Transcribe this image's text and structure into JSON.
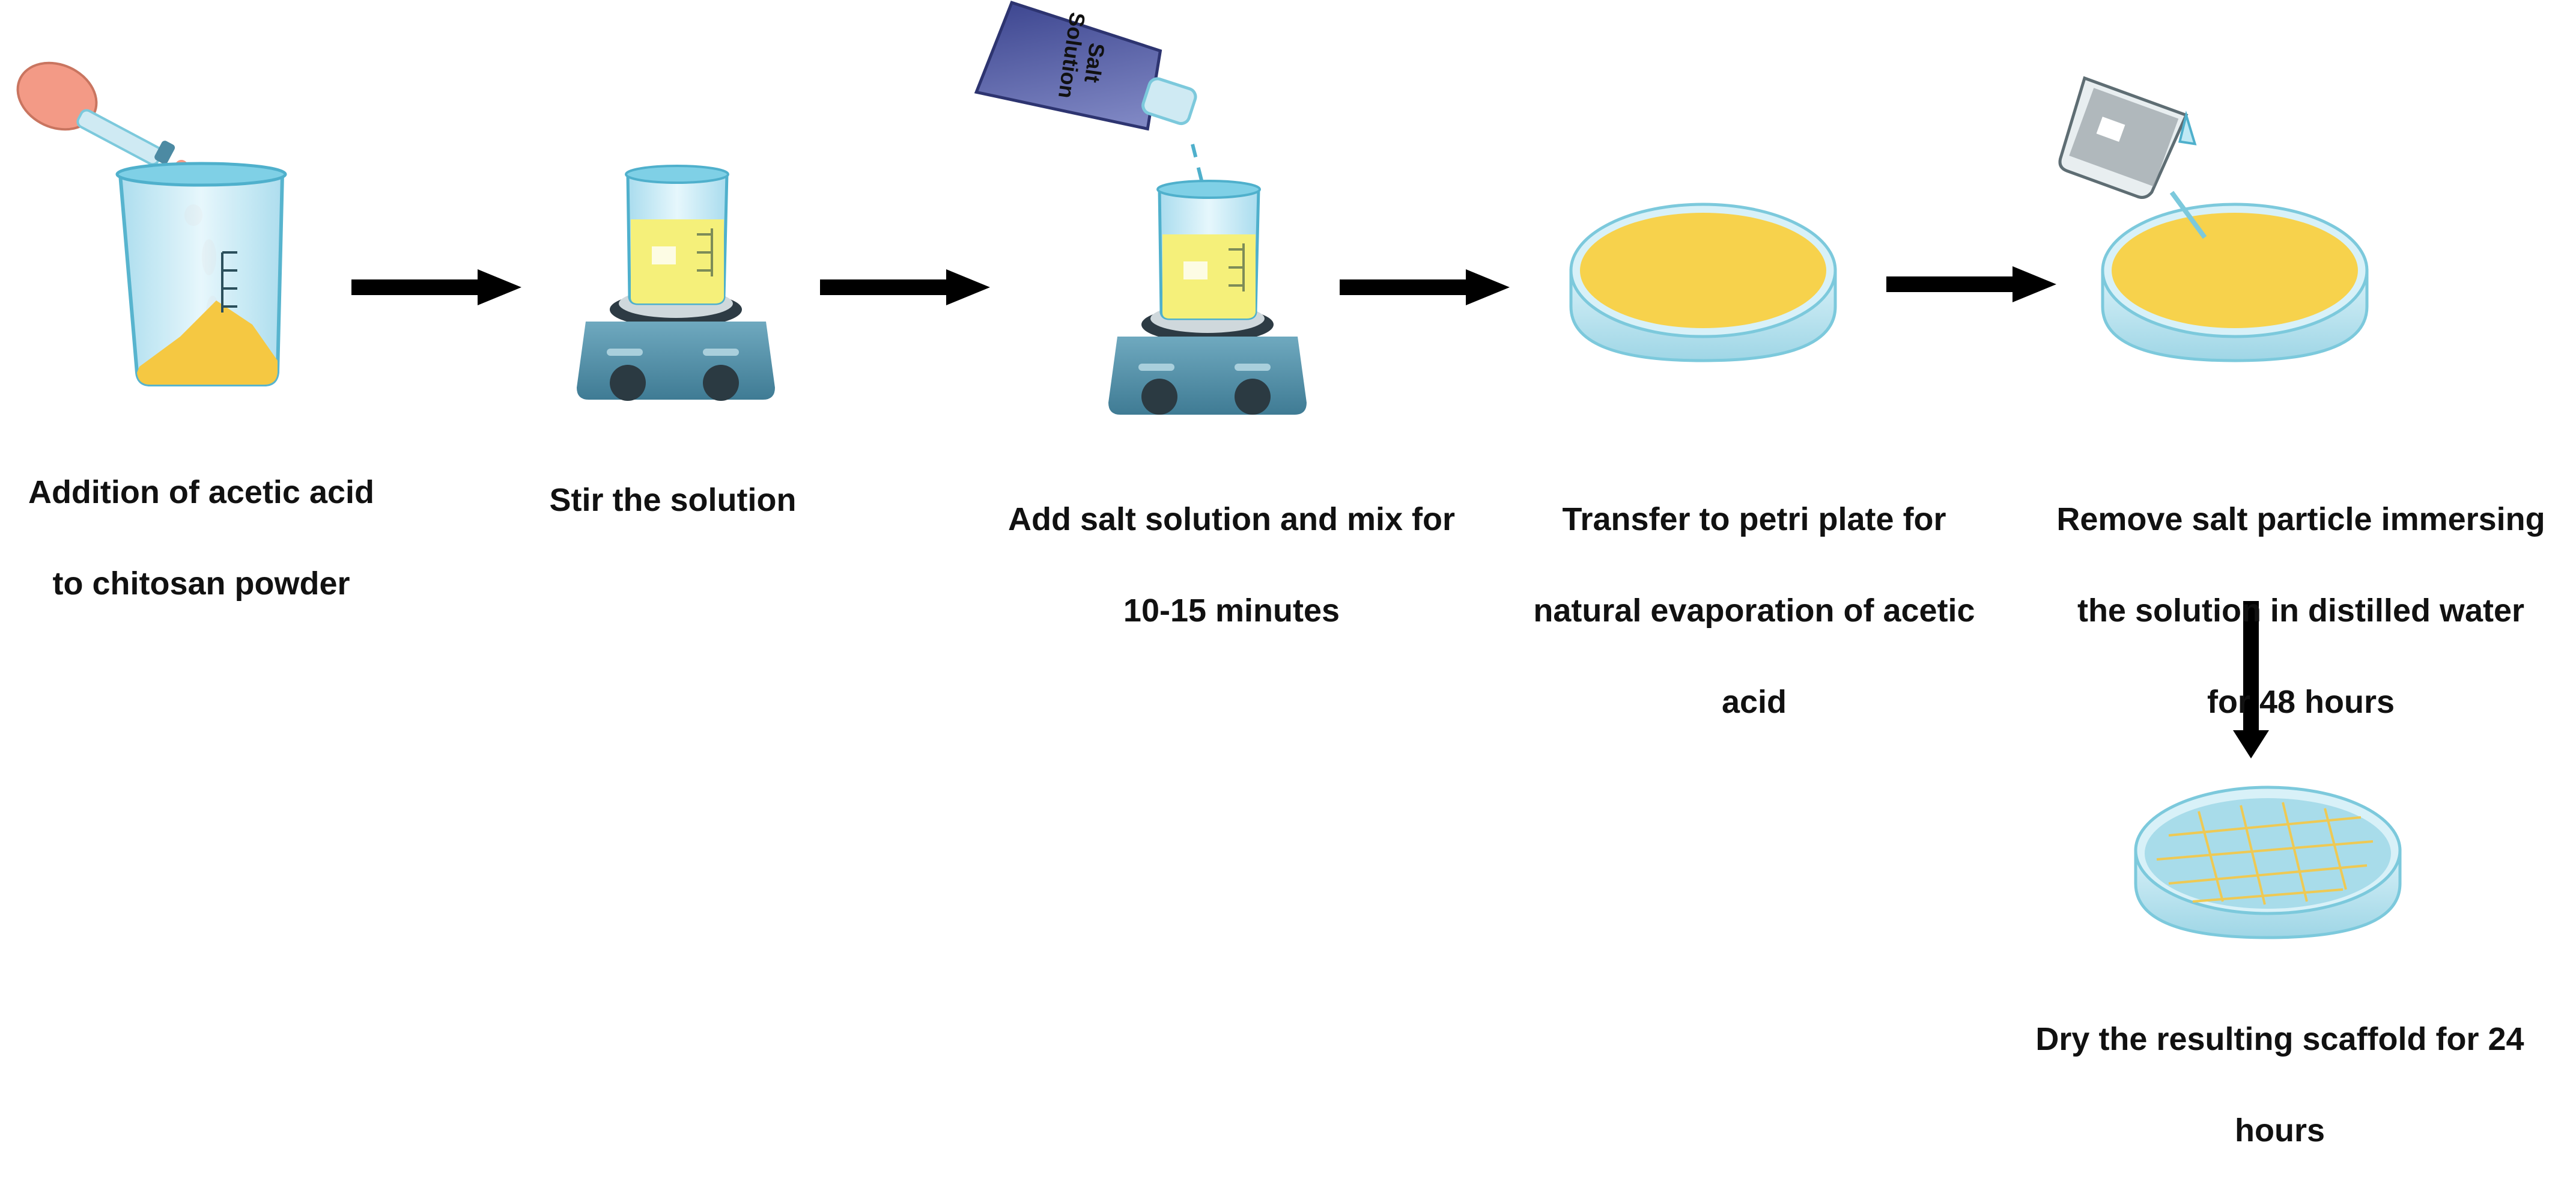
{
  "steps": [
    {
      "id": "step1",
      "line1": "Addition of acetic acid",
      "line2": "to chitosan powder"
    },
    {
      "id": "step2",
      "line1": "Stir the solution"
    },
    {
      "id": "step3",
      "line1": "Add salt solution and mix for",
      "line2": "10-15 minutes"
    },
    {
      "id": "step4",
      "line1": "Transfer to petri plate for",
      "line2": "natural evaporation of acetic",
      "line3": "acid"
    },
    {
      "id": "step5",
      "line1": "Remove salt particle immersing",
      "line2": "the solution in distilled water",
      "line3": "for 48 hours"
    },
    {
      "id": "step6",
      "line1": "Dry the resulting scaffold for 24",
      "line2": "hours"
    }
  ],
  "flask_label": {
    "line1": "Salt",
    "line2": "Solution"
  },
  "colors": {
    "arrow": "#000000",
    "glass": "#bfe9f4",
    "glass_edge": "#7cc9dc",
    "yellow_liquid": "#f5f07a",
    "chitosan_powder": "#f5c842",
    "petri_fill": "#f7d24c",
    "stirrer_body": "#4c8aa3",
    "salt_flask": "#5a63a8",
    "pink_flask": "#f39a86"
  }
}
